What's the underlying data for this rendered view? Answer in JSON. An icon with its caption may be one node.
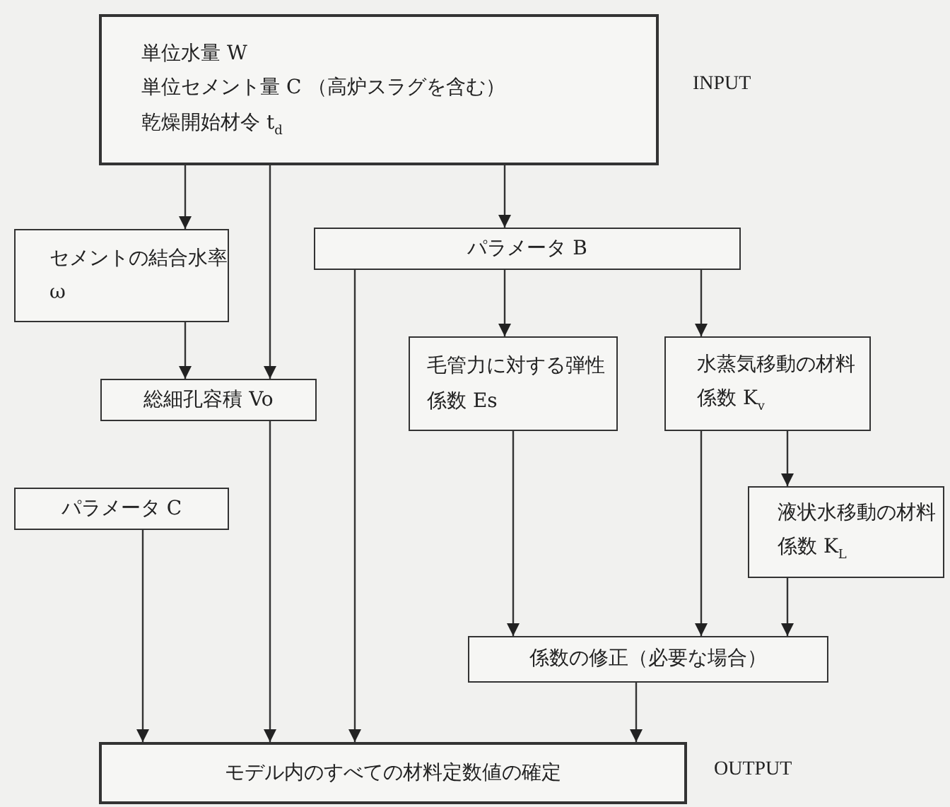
{
  "diagram": {
    "nodes": [
      {
        "text": [
          "単位水量 W",
          "単位セメント量 C （高炉スラグを含む）",
          "乾燥開始材令 t$_{d}$"
        ],
        "beside": [
          "INPUT"
        ]
      },
      {
        "text": [
          "セメントの結合水率 ω"
        ]
      },
      {
        "text": [
          "パラメータ B"
        ]
      },
      {
        "text": [
          "総細孔容積 Vo"
        ]
      },
      {
        "text": [
          "毛管力に対する弾性係数 Es"
        ]
      },
      {
        "text": [
          "水蒸気移動の材料係数 K$_{v}$"
        ]
      },
      {
        "text": [
          "パラメータ C"
        ]
      },
      {
        "text": [
          "液状水移動の材料係数 K$_{L}$"
        ]
      },
      {
        "text": [
          "係数の修正（必要な場合）"
        ]
      },
      {
        "text": [
          "モデル内のすべての材料定数値の確定"
        ],
        "beside": [
          "OUTPUT"
        ]
      }
    ],
    "edges": [
      {
        "from": 0,
        "to": 1,
        "arrow": "to"
      },
      {
        "from": 0,
        "to": 3,
        "arrow": "to"
      },
      {
        "from": 0,
        "to": 2,
        "arrow": "to"
      },
      {
        "from": 1,
        "to": 3,
        "arrow": "to"
      },
      {
        "from": 2,
        "to": 9,
        "arrow": "to"
      },
      {
        "from": 2,
        "to": 4,
        "arrow": "to"
      },
      {
        "from": 2,
        "to": 5,
        "arrow": "to"
      },
      {
        "from": 5,
        "to": 7,
        "arrow": "to"
      },
      {
        "from": 6,
        "to": 9,
        "arrow": "to"
      },
      {
        "from": 3,
        "to": 9,
        "arrow": "to"
      },
      {
        "from": 4,
        "to": 8,
        "arrow": "to"
      },
      {
        "from": 5,
        "to": 8,
        "arrow": "to"
      },
      {
        "from": 7,
        "to": 8,
        "arrow": "to"
      },
      {
        "from": 8,
        "to": 9,
        "arrow": "to"
      }
    ]
  }
}
